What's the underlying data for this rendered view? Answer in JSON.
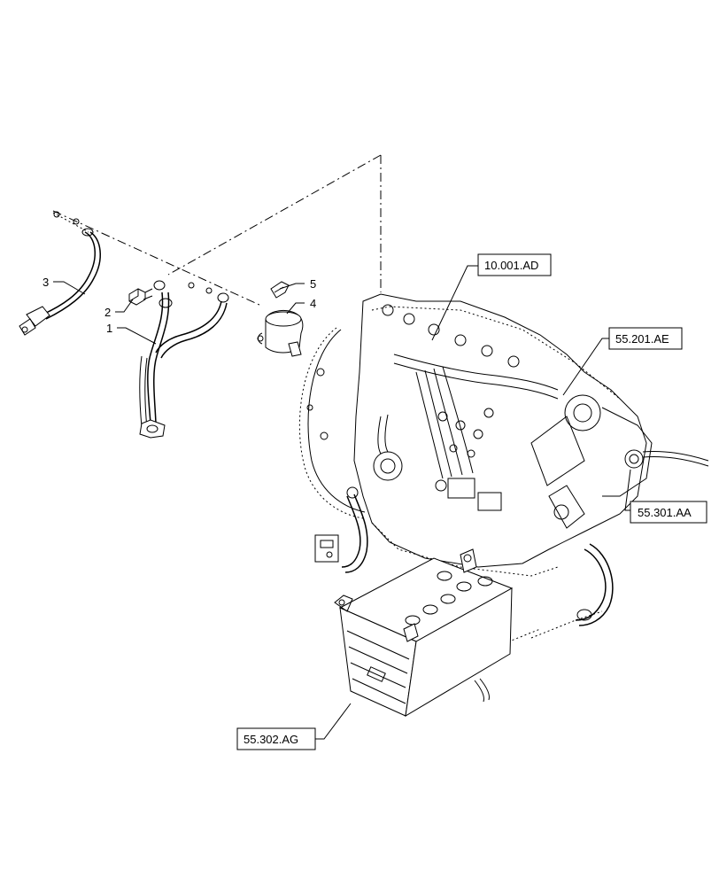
{
  "callouts": {
    "c1": "1",
    "c2": "2",
    "c3": "3",
    "c4": "4",
    "c5": "5"
  },
  "references": {
    "ref_engine": "10.001.AD",
    "ref_starter": "55.201.AE",
    "ref_alternator": "55.301.AA",
    "ref_battery": "55.302.AG"
  }
}
